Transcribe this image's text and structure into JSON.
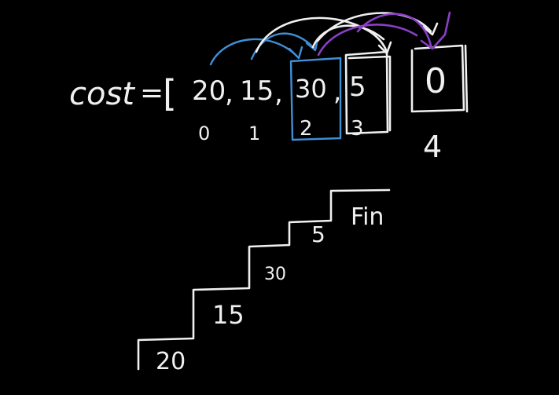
{
  "array": {
    "name": "cost",
    "equals": "=",
    "open_bracket": "[",
    "values": [
      "20",
      "15",
      "30",
      "5",
      "0"
    ],
    "separators": [
      ",",
      ",",
      ","
    ],
    "indices": [
      "0",
      "1",
      "2",
      "3",
      "4"
    ]
  },
  "stairs": {
    "steps": [
      "20",
      "15",
      "30",
      "5"
    ],
    "finish_label": "Fin"
  },
  "colors": {
    "background": "#000000",
    "chalk": "#f0f0f0",
    "blue": "#3f8fd6",
    "purple": "#8a3fc4"
  }
}
